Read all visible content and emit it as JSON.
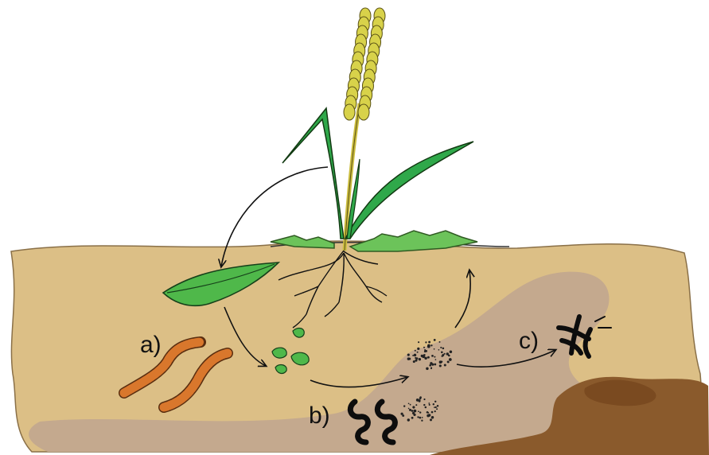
{
  "diagram": {
    "labels": {
      "a": "a)",
      "b": "b)",
      "c": "c)"
    },
    "icons": [
      "wheat-plant-icon",
      "leaf-icon",
      "earthworm-icon",
      "leaf-fragments-icon",
      "microbe-icon",
      "particles-icon",
      "fungus-icon"
    ],
    "colors": {
      "soil_light": "#dcbf86",
      "soil_mid": "#c4a98e",
      "soil_dark": "#8a5a2c",
      "leaf_green": "#4fb84a",
      "grain_yellow": "#d8d24a",
      "worm_orange": "#d9772c"
    }
  }
}
